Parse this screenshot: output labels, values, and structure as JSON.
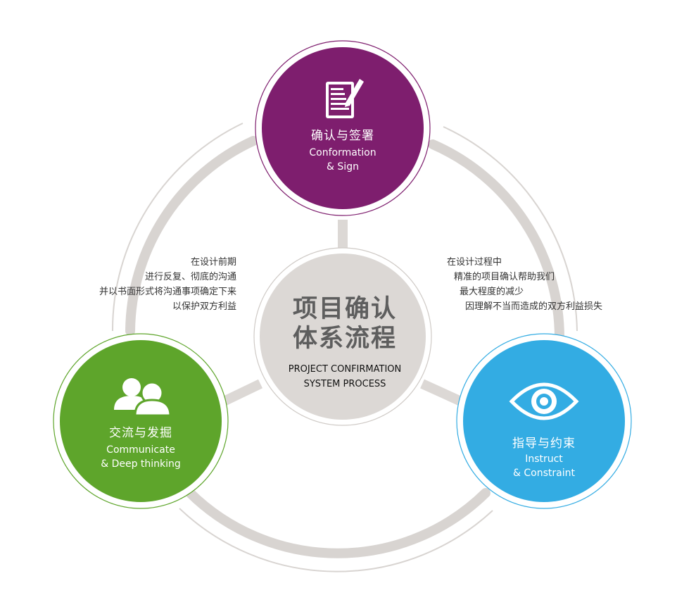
{
  "center": {
    "title_line1": "项目确认",
    "title_line2": "体系流程",
    "sub_line1": "PROJECT CONFIRMATION",
    "sub_line2": "SYSTEM PROCESS"
  },
  "nodes": {
    "top": {
      "cn": "确认与签署",
      "en1": "Conformation",
      "en2": "& Sign",
      "color": "#7e1e6e",
      "icon": "document-pen-icon"
    },
    "left": {
      "cn": "交流与发掘",
      "en1": "Communicate",
      "en2": "& Deep thinking",
      "color": "#5ea52b",
      "icon": "people-icon"
    },
    "right": {
      "cn": "指导与约束",
      "en1": "Instruct",
      "en2": "& Constraint",
      "color": "#33ace3",
      "icon": "eye-icon"
    }
  },
  "notes": {
    "left": [
      "在设计前期",
      "进行反复、彻底的沟通",
      "并以书面形式将沟通事项确定下来",
      "以保护双方利益"
    ],
    "right": [
      "在设计过程中",
      "精准的项目确认帮助我们",
      "最大程度的减少",
      "因理解不当而造成的双方利益损失"
    ]
  },
  "colors": {
    "ring": "#d8d4d1",
    "center_fill": "#dcd8d5",
    "connector": "#dcd8d5"
  }
}
